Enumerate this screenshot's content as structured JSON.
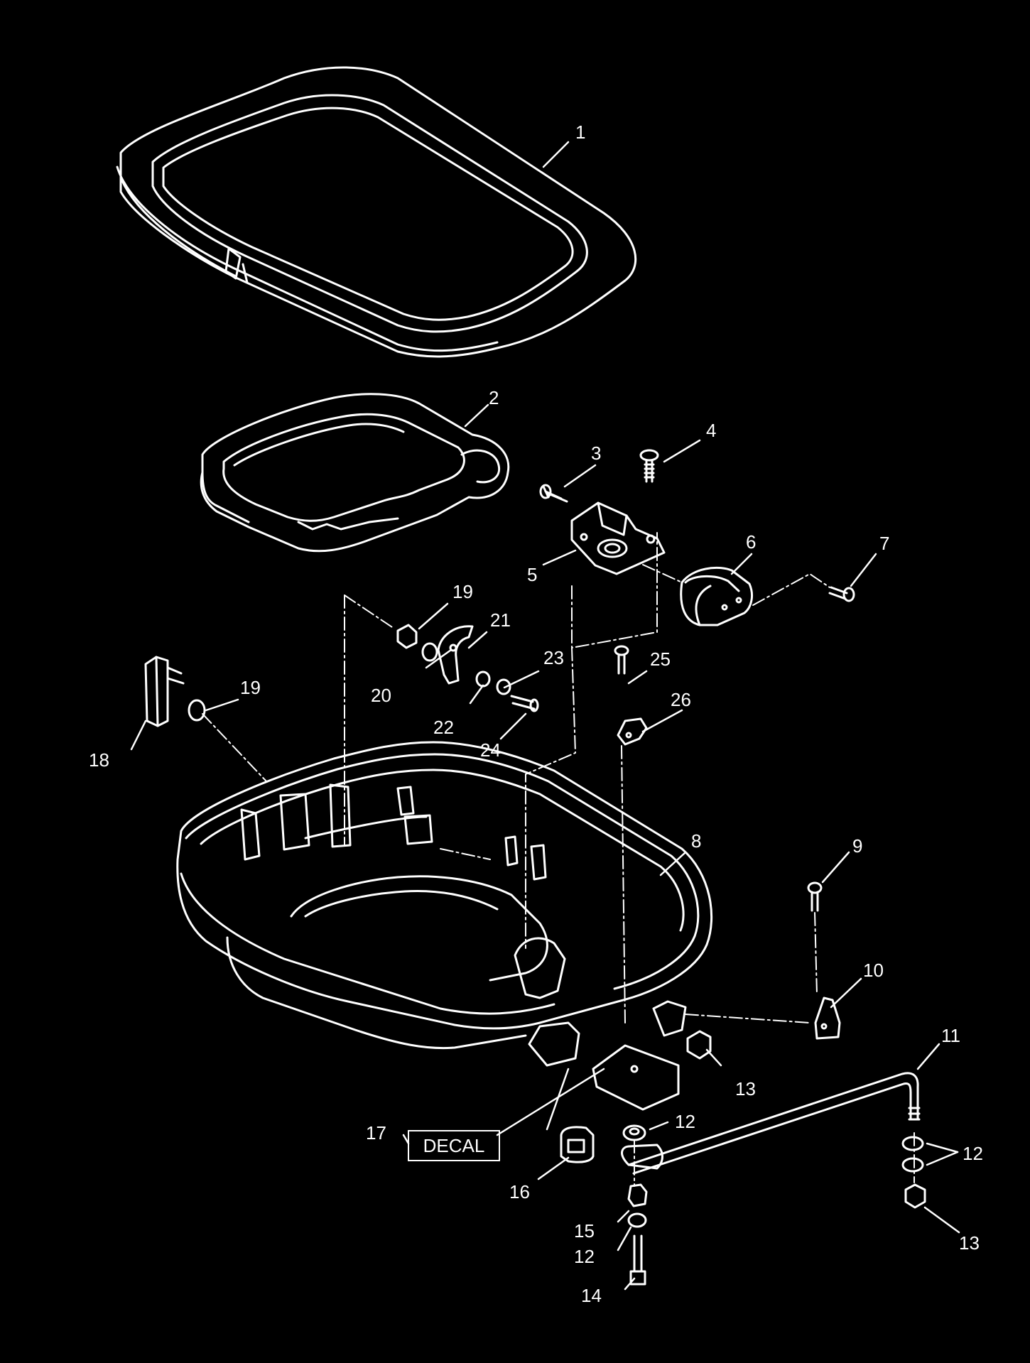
{
  "colors": {
    "background": "#000000",
    "ink": "#ffffff"
  },
  "callouts": {
    "c1": "1",
    "c2": "2",
    "c3": "3",
    "c4": "4",
    "c5": "5",
    "c6": "6",
    "c7": "7",
    "c8": "8",
    "c9": "9",
    "c10": "10",
    "c11": "11",
    "c12a": "12",
    "c12b": "12",
    "c12c": "12",
    "c13a": "13",
    "c13b": "13",
    "c14": "14",
    "c15": "15",
    "c16": "16",
    "c17": "17",
    "c18": "18",
    "c19a": "19",
    "c19b": "19",
    "c20": "20",
    "c21": "21",
    "c22": "22",
    "c23": "23",
    "c24": "24",
    "c25": "25",
    "c26": "26"
  },
  "decal_label": "DECAL"
}
